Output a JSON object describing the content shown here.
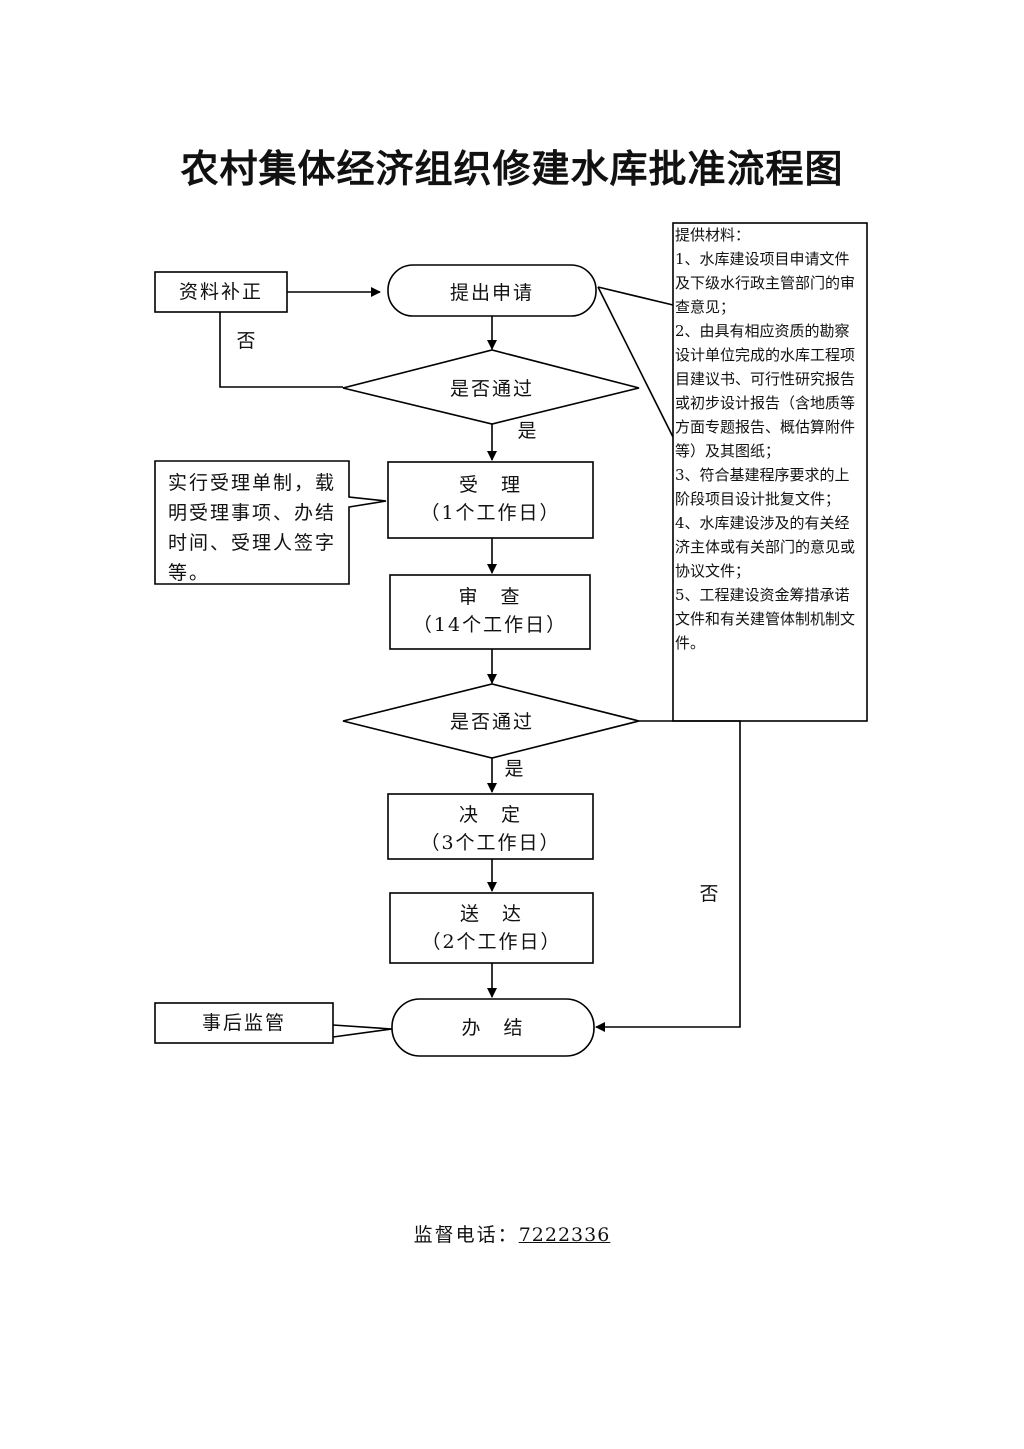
{
  "title": "农村集体经济组织修建水库批准流程图",
  "nodes": {
    "supplement": "资料补正",
    "apply": "提出申请",
    "check1": "是否通过",
    "accept": {
      "name": "受　理",
      "days": "（1个工作日）"
    },
    "review": {
      "name": "审　查",
      "days": "（14个工作日）"
    },
    "check2": "是否通过",
    "decide": {
      "name": "决　定",
      "days": "（3个工作日）"
    },
    "deliver": {
      "name": "送　达",
      "days": "（2个工作日）"
    },
    "finish": "办　结",
    "supervise": "事后监管"
  },
  "labels": {
    "no1": "否",
    "yes1": "是",
    "yes2": "是",
    "no2": "否"
  },
  "accept_note": [
    "实行受理单制，载",
    "明受理事项、办结",
    "时间、受理人签字",
    "等。"
  ],
  "materials": [
    "提供材料：",
    "1、水库建设项目申请文件及下级水行政主管部门的审查意见；",
    "2、由具有相应资质的勘察设计单位完成的水库工程项目建议书、可行性研究报告或初步设计报告（含地质等方面专题报告、概估算附件等）及其图纸；",
    "3、符合基建程序要求的上阶段项目设计批复文件；",
    "4、水库建设涉及的有关经济主体或有关部门的意见或协议文件；",
    "5、工程建设资金筹措承诺文件和有关建管体制机制文件。"
  ],
  "footer": {
    "label": "监督电话：",
    "phone": "7222336"
  }
}
